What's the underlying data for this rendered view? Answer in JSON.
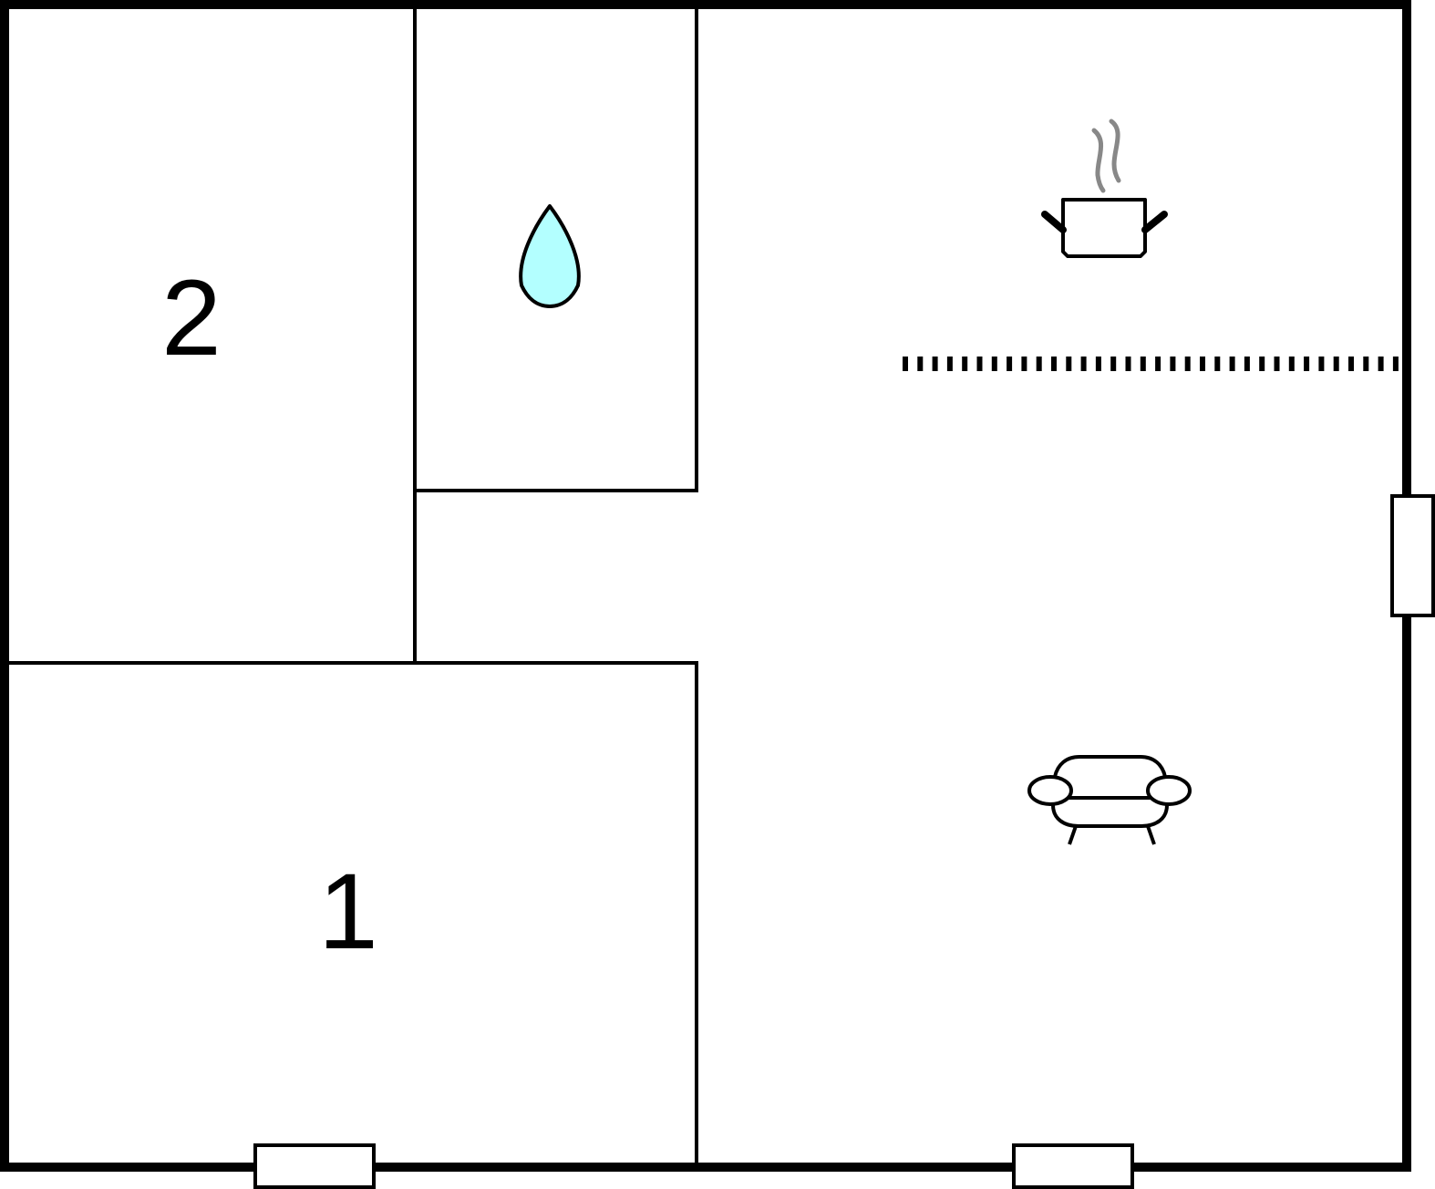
{
  "diagram": {
    "type": "floor-plan",
    "rooms": [
      {
        "id": "room-1",
        "label": "1",
        "kind": "bedroom"
      },
      {
        "id": "room-2",
        "label": "2",
        "kind": "bedroom"
      },
      {
        "id": "bathroom",
        "label": "",
        "icon": "water-drop-icon"
      },
      {
        "id": "kitchen-living",
        "label": "",
        "icons": [
          "cooking-pot-icon",
          "sofa-icon"
        ]
      }
    ],
    "windows": 3,
    "colors": {
      "wall": "#000000",
      "background": "#ffffff",
      "water": "#b3ffff",
      "steam": "#888888"
    }
  }
}
